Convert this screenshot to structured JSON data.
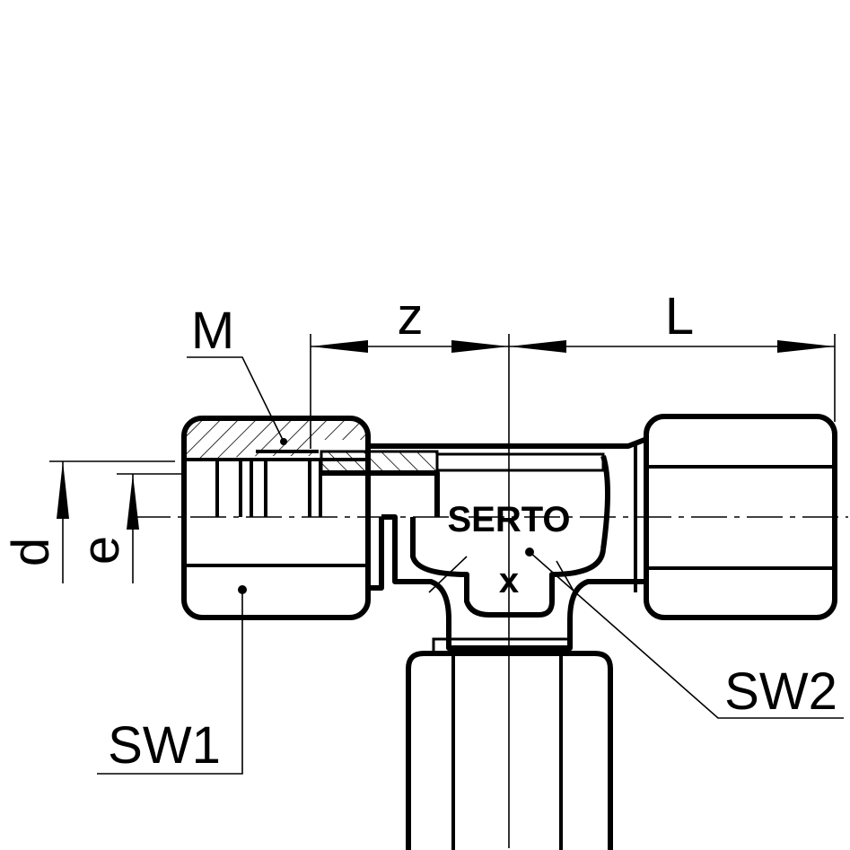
{
  "labels": {
    "M": "M",
    "z": "z",
    "L": "L",
    "d": "d",
    "e": "e",
    "SW1": "SW1",
    "SW2": "SW2"
  },
  "body_marking": {
    "brand": "SERTO",
    "x": "x"
  }
}
